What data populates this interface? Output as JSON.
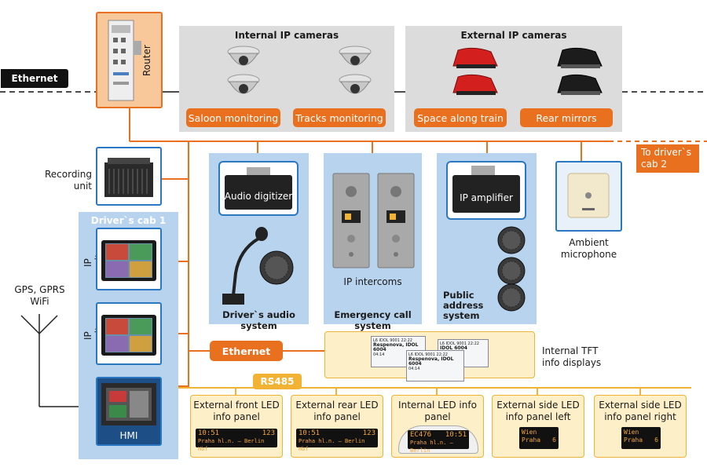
{
  "labels": {
    "ethernet_top": "Ethernet",
    "router": "Router",
    "internal_cameras_title": "Internal IP cameras",
    "external_cameras_title": "External IP cameras",
    "saloon_monitoring": "Saloon monitoring",
    "tracks_monitoring": "Tracks monitoring",
    "space_along_train": "Space along train",
    "rear_mirrors": "Rear mirrors",
    "to_drivers_cab2": "To driver`s cab 2",
    "recording_unit": "Recording unit",
    "drivers_cab1": "Driver`s cab 1",
    "ip_monitor_1": "IP monitor",
    "ip_monitor_2": "IP monitor",
    "hmi": "HMI",
    "audio_digitizer": "Audio digitizer",
    "drivers_audio_system": "Driver`s audio system",
    "ip_intercoms": "IP intercoms",
    "emergency_call_system": "Emergency call system",
    "ip_amplifier": "IP amplifier",
    "public_address_system": "Public address system",
    "ambient_microphone": "Ambient microphone",
    "gps_gprs_wifi": "GPS, GPRS WiFi",
    "ethernet_mid": "Ethernet",
    "rs485": "RS485",
    "internal_tft": "Internal TFT info displays",
    "ext_front_led": "External front LED info panel",
    "ext_rear_led": "External rear LED info panel",
    "internal_led": "Internal LED info panel",
    "ext_side_left": "External side LED info panel left",
    "ext_side_right": "External side LED info panel right"
  },
  "panels": {
    "front_line1": "10:51",
    "front_num": "123",
    "front_line2": "Praha hl.n. – Berlin Hbf",
    "rear_line1": "10:51",
    "rear_num": "123",
    "rear_line2": "Praha hl.n. – Berlin Hbf",
    "internal_line1": "EC476",
    "internal_time": "10:51",
    "internal_line2": "Praha hl.n. – Berlin",
    "side_left_line1": "Wien",
    "side_left_line2": "Praha",
    "side_left_num": "6",
    "side_right_line1": "Wien",
    "side_right_line2": "Praha",
    "side_right_num": "6"
  },
  "tft": {
    "d1_top": "L6",
    "d1_code": "IDOL 9001",
    "d1_time": "22:22",
    "d1_stop": "Respenova, IDOL 6004",
    "d1_sub": "04:14",
    "d2_top": "L6",
    "d2_code": "IDOL 9001",
    "d2_time": "22:22",
    "d2_stop": "IDOL 6004",
    "d3_top": "L6",
    "d3_code": "IDOL 9001",
    "d3_time": "22:22",
    "d3_stop": "Respenova, IDOL 6004",
    "d3_sub": "04:14"
  },
  "colors": {
    "orange": "#e8701f",
    "gray_box": "#dcdcdc",
    "blue_box": "#b8d3ee",
    "yellow_box": "#fdf0c8",
    "yellow_border": "#f2b233",
    "blue_frame": "#2a78c2"
  }
}
